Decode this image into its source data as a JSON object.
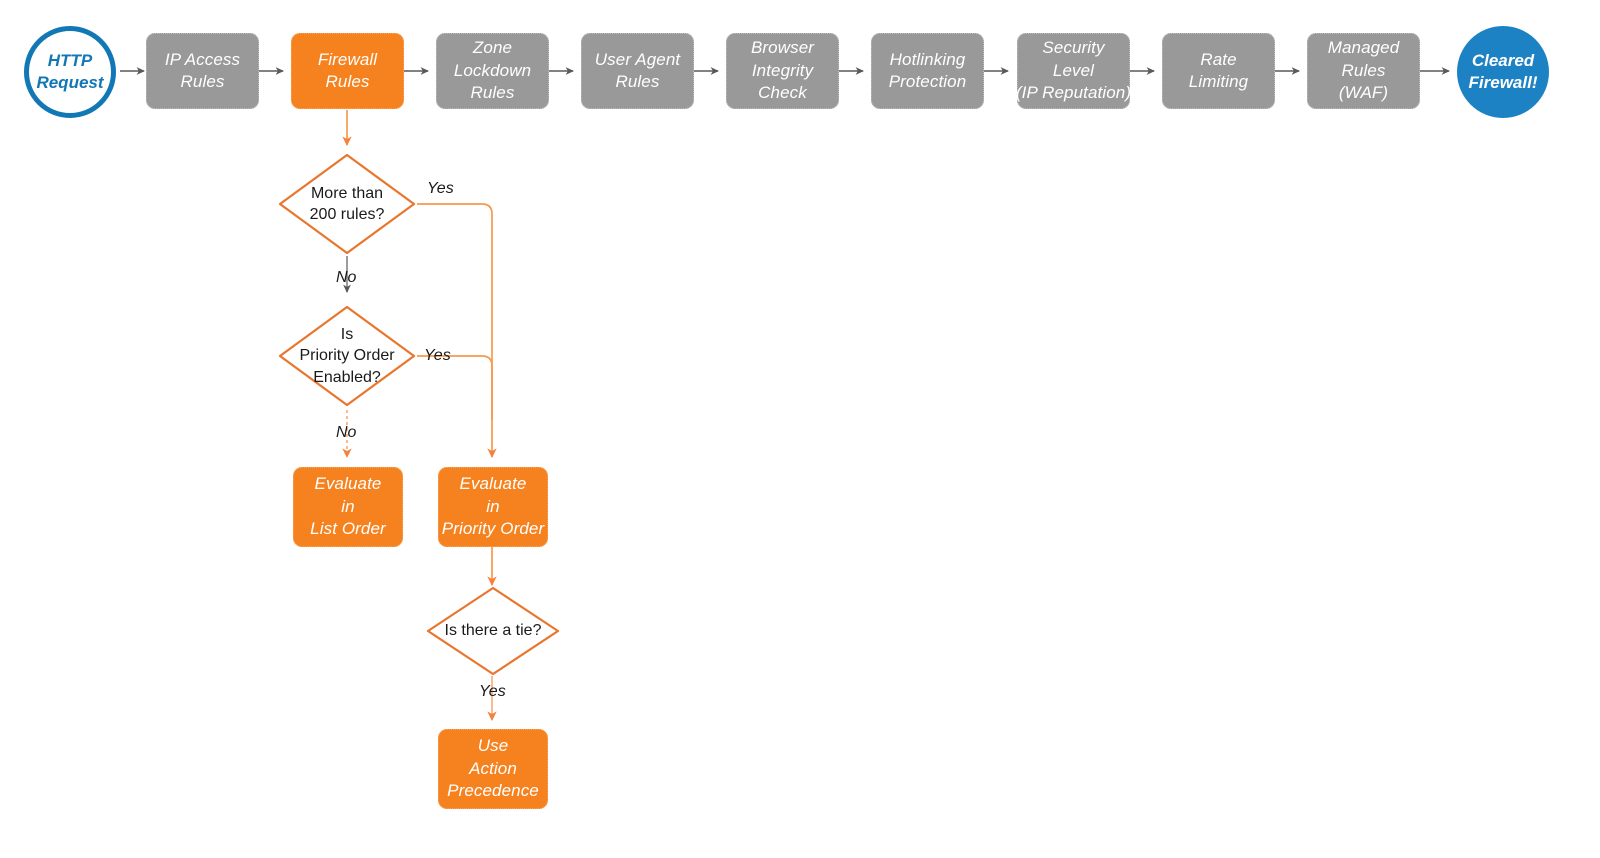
{
  "diagram": {
    "title": "Cloudflare Firewall Rules Evaluation Order",
    "colors": {
      "orange": "#f6821f",
      "orange_line": "#f79a4d",
      "gray": "#999999",
      "gray_line": "#595959",
      "blue_stroke": "#1278b5",
      "blue_fill": "#1d82c4",
      "text_dark": "#1a1a1a",
      "background": "#ffffff"
    },
    "pipeline": [
      {
        "id": "http-request",
        "label": "HTTP\nRequest",
        "shape": "circle",
        "style": "hollow-blue"
      },
      {
        "id": "ip-access-rules",
        "label": "IP Access\nRules",
        "shape": "rounded-rect",
        "style": "gray"
      },
      {
        "id": "firewall-rules",
        "label": "Firewall\nRules",
        "shape": "rounded-rect",
        "style": "orange"
      },
      {
        "id": "zone-lockdown-rules",
        "label": "Zone\nLockdown\nRules",
        "shape": "rounded-rect",
        "style": "gray"
      },
      {
        "id": "user-agent-rules",
        "label": "User Agent\nRules",
        "shape": "rounded-rect",
        "style": "gray"
      },
      {
        "id": "browser-integrity-check",
        "label": "Browser\nIntegrity\nCheck",
        "shape": "rounded-rect",
        "style": "gray"
      },
      {
        "id": "hotlinking-protection",
        "label": "Hotlinking\nProtection",
        "shape": "rounded-rect",
        "style": "gray"
      },
      {
        "id": "security-level",
        "label": "Security\nLevel\n(IP Reputation)",
        "shape": "rounded-rect",
        "style": "gray"
      },
      {
        "id": "rate-limiting",
        "label": "Rate\nLimiting",
        "shape": "rounded-rect",
        "style": "gray"
      },
      {
        "id": "managed-rules-waf",
        "label": "Managed\nRules\n(WAF)",
        "shape": "rounded-rect",
        "style": "gray"
      },
      {
        "id": "cleared-firewall",
        "label": "Cleared\nFirewall!",
        "shape": "circle",
        "style": "filled-blue"
      }
    ],
    "decisions": [
      {
        "id": "more-than-200-rules",
        "label": "More than\n200 rules?"
      },
      {
        "id": "is-priority-order-enabled",
        "label": "Is\nPriority Order\nEnabled?"
      },
      {
        "id": "is-there-a-tie",
        "label": "Is there a tie?"
      }
    ],
    "outcomes": [
      {
        "id": "evaluate-in-list-order",
        "label": "Evaluate\nin\nList Order"
      },
      {
        "id": "evaluate-in-priority-order",
        "label": "Evaluate\nin\nPriority Order"
      },
      {
        "id": "use-action-precedence",
        "label": "Use\nAction\nPrecedence"
      }
    ],
    "edge_labels": [
      {
        "id": "more-than-200-yes",
        "text": "Yes"
      },
      {
        "id": "more-than-200-no",
        "text": "No"
      },
      {
        "id": "priority-order-yes",
        "text": "Yes"
      },
      {
        "id": "priority-order-no",
        "text": "No"
      },
      {
        "id": "is-there-a-tie-yes",
        "text": "Yes"
      }
    ]
  }
}
